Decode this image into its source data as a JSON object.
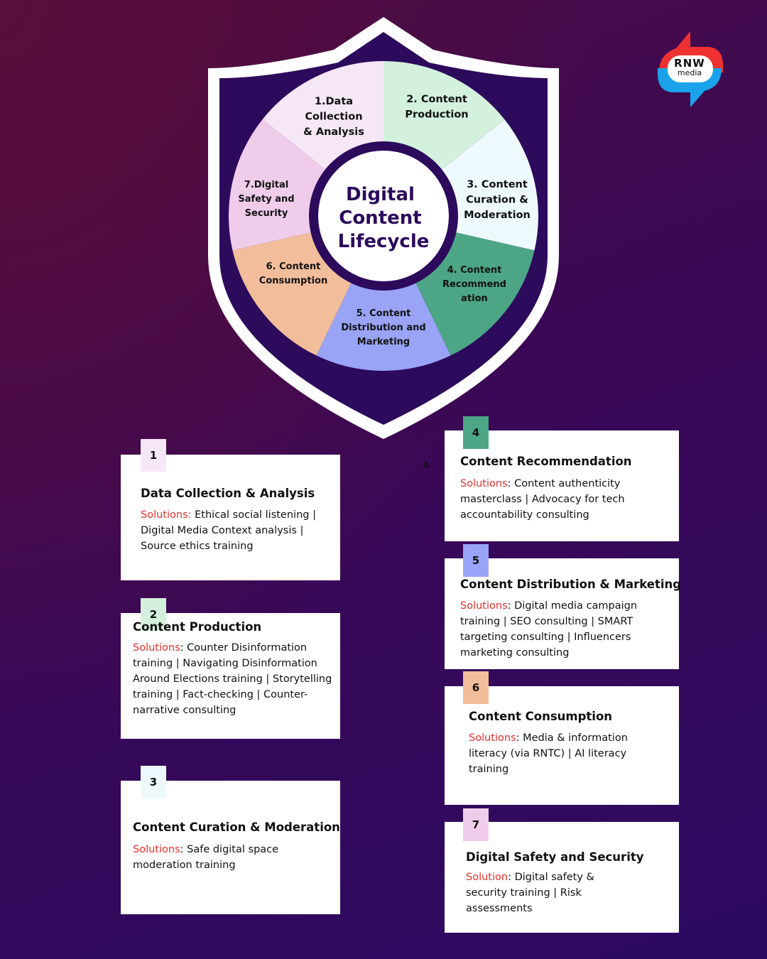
{
  "center_title": [
    "Digital",
    "Content",
    "Lifecycle"
  ],
  "wheel": [
    {
      "lines": [
        "1.Data",
        "Collection",
        "& Analysis"
      ],
      "color": "#f6e7f6"
    },
    {
      "lines": [
        "2. Content",
        "Production"
      ],
      "color": "#d3f1dc"
    },
    {
      "lines": [
        "3. Content",
        "Curation &",
        "Moderation"
      ],
      "color": "#eef9fd"
    },
    {
      "lines": [
        "4. Content",
        "Recommend",
        "ation"
      ],
      "color": "#4ca685"
    },
    {
      "lines": [
        "5. Content",
        "Distribution and",
        "Marketing"
      ],
      "color": "#9aa4f6"
    },
    {
      "lines": [
        "6. Content",
        "Consumption"
      ],
      "color": "#f2bd9a"
    },
    {
      "lines": [
        "7.Digital",
        "Safety and",
        "Security"
      ],
      "color": "#efcdea"
    }
  ],
  "colors": {
    "shield_outer": "#ffffff",
    "shield_inner": "#2c0a5c",
    "solution_label": "#e0302a",
    "logo_red": "#ef3131",
    "logo_blue": "#1aa3ea"
  },
  "logo": {
    "line1": "RNW",
    "line2": "media"
  },
  "stray_label": "4",
  "cards": [
    {
      "num": "1",
      "badge_color": "#f6e7f6",
      "title": "Data Collection & Analysis",
      "solution_label": "Solutions:",
      "text": " Ethical social listening | Digital Media Context analysis | Source ethics training"
    },
    {
      "num": "2",
      "badge_color": "#d3f1dc",
      "title": "Content Production",
      "solution_label": "Solutions",
      "text": ": Counter Disinformation training | Navigating Disinformation Around Elections training | Storytelling training | Fact-checking | Counter-narrative consulting"
    },
    {
      "num": "3",
      "badge_color": "#eef9fd",
      "title": "Content Curation & Moderation",
      "solution_label": "Solutions",
      "text": ": Safe digital space moderation training"
    },
    {
      "num": "4",
      "badge_color": "#4ca685",
      "title": "Content Recommendation",
      "solution_label": "Solutions",
      "text": ": Content authenticity masterclass | Advocacy for tech accountability consulting"
    },
    {
      "num": "5",
      "badge_color": "#9aa4f6",
      "title": "Content Distribution & Marketing",
      "solution_label": "Solutions",
      "text": ": Digital media campaign training | SEO consulting | SMART targeting consulting | Influencers marketing consulting"
    },
    {
      "num": "6",
      "badge_color": "#f2bd9a",
      "title": "Content Consumption",
      "solution_label": "Solutions",
      "text": ": Media & information literacy (via RNTC) | AI literacy training"
    },
    {
      "num": "7",
      "badge_color": "#efcdea",
      "title": "Digital Safety and Security",
      "solution_label": "Solution",
      "text": ": Digital safety & security training | Risk assessments"
    }
  ]
}
